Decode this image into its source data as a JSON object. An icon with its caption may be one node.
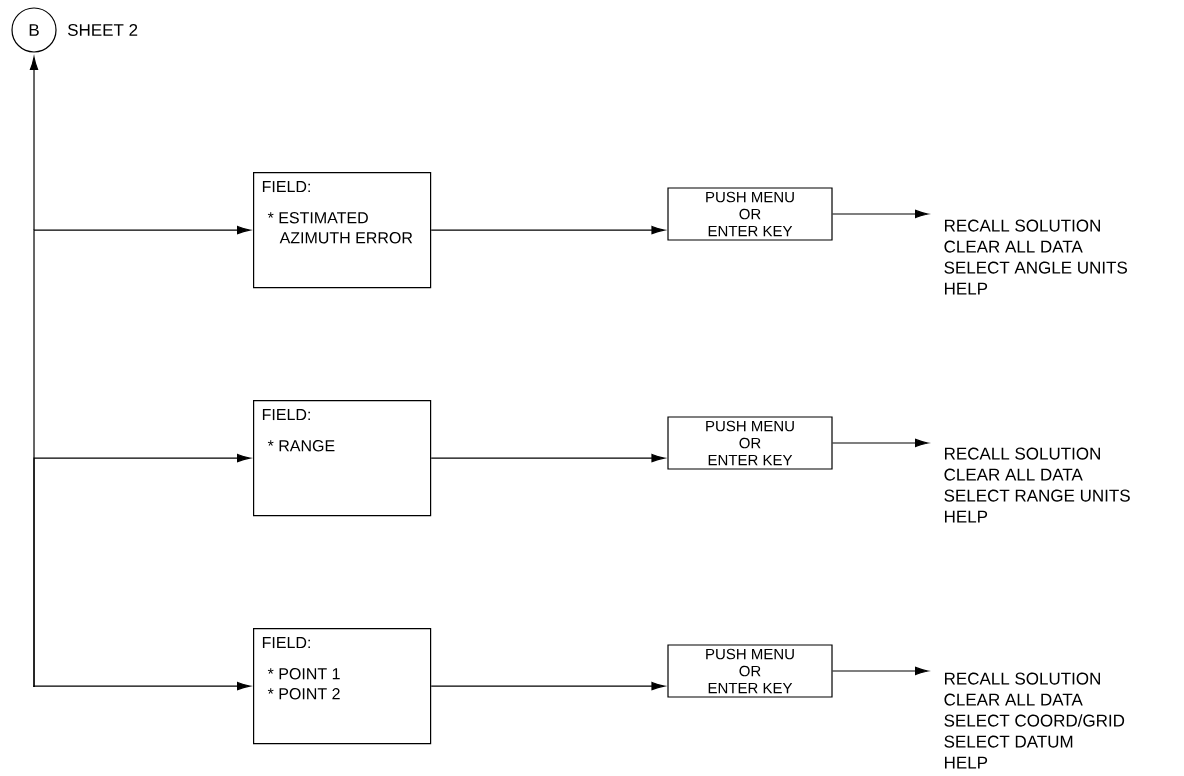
{
  "diagram": {
    "nodes": [
      {
        "text": [
          "B"
        ],
        "beside": [
          "SHEET 2"
        ]
      },
      {
        "text": [
          "FIELD:",
          "* ESTIMATED AZIMUTH ERROR"
        ]
      },
      {
        "text": [
          "PUSH MENU",
          "OR",
          "ENTER KEY"
        ]
      },
      {
        "text": [
          "RECALL SOLUTION",
          "CLEAR ALL DATA",
          "SELECT ANGLE UNITS",
          "HELP"
        ]
      },
      {
        "text": [
          "FIELD:",
          "* RANGE"
        ]
      },
      {
        "text": [
          "PUSH MENU",
          "OR",
          "ENTER KEY"
        ]
      },
      {
        "text": [
          "RECALL SOLUTION",
          "CLEAR ALL DATA",
          "SELECT RANGE UNITS",
          "HELP"
        ]
      },
      {
        "text": [
          "FIELD:",
          "* POINT 1",
          "* POINT 2"
        ]
      },
      {
        "text": [
          "PUSH MENU",
          "OR",
          "ENTER KEY"
        ]
      },
      {
        "text": [
          "RECALL SOLUTION",
          "CLEAR ALL DATA",
          "SELECT COORD/GRID",
          "SELECT DATUM",
          "HELP"
        ]
      }
    ],
    "edges": [
      {
        "from": null,
        "to": 0,
        "arrow": "to"
      },
      {
        "from": null,
        "to": 1,
        "arrow": "to"
      },
      {
        "from": null,
        "to": 4,
        "arrow": "to"
      },
      {
        "from": null,
        "to": 7,
        "arrow": "to"
      },
      {
        "from": 1,
        "to": 2,
        "arrow": "to"
      },
      {
        "from": 2,
        "to": 3,
        "arrow": "to"
      },
      {
        "from": 4,
        "to": 5,
        "arrow": "to"
      },
      {
        "from": 5,
        "to": 6,
        "arrow": "to"
      },
      {
        "from": 7,
        "to": 8,
        "arrow": "to"
      },
      {
        "from": 8,
        "to": 9,
        "arrow": "to"
      }
    ]
  }
}
